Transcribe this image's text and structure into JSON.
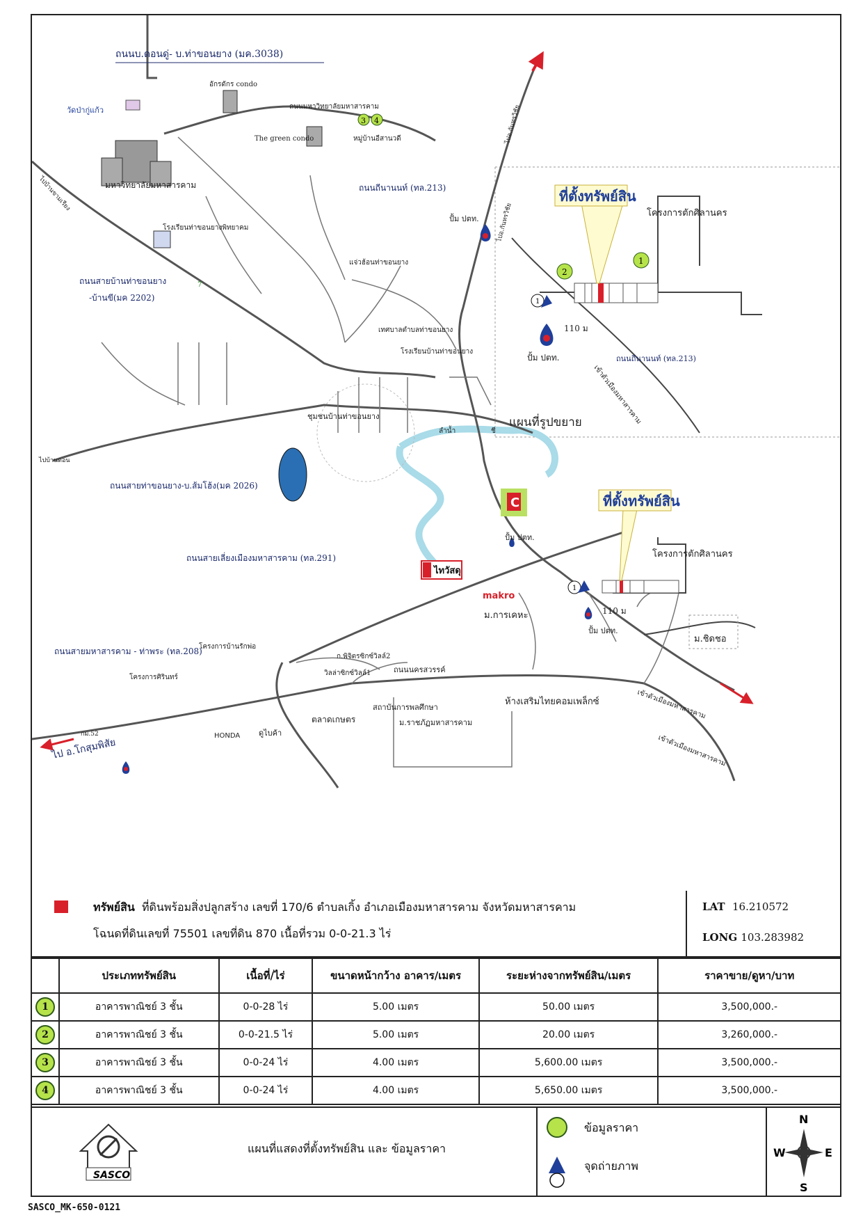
{
  "map": {
    "roads": {
      "r3038": "ถนนบ.ดอนดู่- บ.ท่าขอนยาง (มค.3038)",
      "univ_road": "ถนนมหาวิทยาลัยมหาสารคาม",
      "r213": "ถนนถีนานนท์ (ทล.213)",
      "r2202_line1": "ถนนสายบ้านท่าขอนยาง",
      "r2202_line2": "-บ้านขี(มค 2202)",
      "r2026": "ถนนสายท่าขอนยาง-บ.ส้มโฮ้ง(มค 2026)",
      "r291": "ถนนสายเลี่ยงเมืองมหาสารคาม (ทล.291)",
      "r208": "ถนนสายมหาสารคาม - ท่าพระ (ทล.208)",
      "nakhon_sawan": "ถนนนครสวรรค์",
      "to_kosum": "ไป อ.โกสุมพิสัย",
      "to_city1": "เข้าตัวเมืองมหาสารคาม",
      "to_city2": "เข้าตัวเมืองมหาสารคาม",
      "to_bankhambriang": "ไปบ้านขามเรียง",
      "to_kantharawichai": "ไปอ.กันทรวิชัย",
      "to_nongbua": "ไปบ้านดอน",
      "km52": "กม.52",
      "to_kantharawichai_inset": "ไปอ.กันทรวิชัย",
      "to_city_inset": "เข้าตัวเมืองมหาสารคาม"
    },
    "landmarks": {
      "wat": "วัดป่ากู่แก้ว",
      "condo1": "อักรดักร condo",
      "green_condo": "The green condo",
      "village_uttaradit": "หมู่บ้านอีสานวดี",
      "university": "มหาวิทยาลัยมหาสารคาม",
      "school1": "โรงเรียนท่าขอนยางพิทยาคม",
      "ptt1": "ปั้ม ปตท.",
      "clinic": "แจ่วฮ้อนท่าขอนยาง",
      "municipality": "เทศบาลตำบลท่าขอนยาง",
      "school2": "โรงเรียนบ้านท่าขอนยาง",
      "seven": "7",
      "community": "ชุมชนบ้านท่าขอนยาง",
      "river_left": "ลำน้ำ",
      "river_right": "ชี",
      "bigc": "C",
      "ptt2": "ปั้ม ปตท.",
      "thaiwatsadu": "ไทวัสดุ",
      "makro": "makro",
      "ptt3": "ปั้ม ปตท.",
      "kankheha": "ม.การเคหะ",
      "chidchol": "ม.ชิดชอ",
      "project_banrak": "โครงการบ้านรักพ่อ",
      "kpn2": "ก.พิจิตรซิกซ์วิลล์2",
      "kpn1": "วิลล่าซิกซ์วิลล์1",
      "project_sirin": "โครงการศิรินทร์",
      "agri_institute": "สถาบันการพลศึกษา",
      "market": "ตลาดเกษตร",
      "honda": "HONDA",
      "toyota": "ดูไบค้า",
      "rajabhat": "ม.ราชภัฏมหาสารคาม",
      "mall": "ห้างเสริมไทยคอมเพล็กซ์",
      "ptt_west": ""
    },
    "inset": {
      "title_top": "ที่ตั้งทรัพย์สิน",
      "project_top": "โครงการตักศิลานคร",
      "ptt_inset": "ปั้ม ปตท.",
      "road_inset": "ถนนถีนานนท์ (ทล.213)",
      "dist_top": "110 ม",
      "enlarge": "แผนที่รูปขยาย",
      "title_bottom": "ที่ตั้งทรัพย์สิน",
      "project_bottom": "โครงการตักศิลานคร",
      "dist_bottom": "110 ม",
      "marker1": "1",
      "marker2": "2",
      "photo1": "1",
      "photo2": "1"
    },
    "markers": {
      "m3": "3",
      "m4": "4"
    }
  },
  "info": {
    "asset_label": "ทรัพย์สิน",
    "asset_text": "ที่ดินพร้อมสิ่งปลูกสร้าง เลขที่ 170/6 ตำบลเกิ้ง อำเภอเมืองมหาสารคาม จังหวัดมหาสารคาม",
    "deed_text": "โฉนดที่ดินเลขที่ 75501 เลขที่ดิน 870 เนื้อที่รวม 0-0-21.3 ไร่",
    "lat_label": "LAT",
    "lat_value": "16.210572",
    "long_label": "LONG",
    "long_value": "103.283982"
  },
  "table": {
    "headers": [
      "",
      "ประเภททรัพย์สิน",
      "เนื้อที่/ไร่",
      "ขนาดหน้ากว้าง อาคาร/เมตร",
      "ระยะห่างจากทรัพย์สิน/เมตร",
      "ราคาขาย/ดูหา/บาท"
    ],
    "rows": [
      {
        "no": "1",
        "type": "อาคารพาณิชย์ 3 ชั้น",
        "area": "0-0-28 ไร่",
        "width": "5.00 เมตร",
        "distance": "50.00 เมตร",
        "price": "3,500,000.-"
      },
      {
        "no": "2",
        "type": "อาคารพาณิชย์ 3 ชั้น",
        "area": "0-0-21.5 ไร่",
        "width": "5.00 เมตร",
        "distance": "20.00 เมตร",
        "price": "3,260,000.-"
      },
      {
        "no": "3",
        "type": "อาคารพาณิชย์ 3 ชั้น",
        "area": "0-0-24 ไร่",
        "width": "4.00 เมตร",
        "distance": "5,600.00 เมตร",
        "price": "3,500,000.-"
      },
      {
        "no": "4",
        "type": "อาคารพาณิชย์ 3 ชั้น",
        "area": "0-0-24 ไร่",
        "width": "4.00 เมตร",
        "distance": "5,650.00 เมตร",
        "price": "3,500,000.-"
      }
    ]
  },
  "footer": {
    "logo": "SASCO",
    "title": "แผนที่แสดงที่ตั้งทรัพย์สิน และ ข้อมูลราคา",
    "legend_price": "ข้อมูลราคา",
    "legend_photo": "จุดถ่ายภาพ",
    "compass": {
      "n": "N",
      "s": "S",
      "e": "E",
      "w": "W"
    }
  },
  "doc_id": "SASCO_MK-650-0121",
  "colors": {
    "road": "#555555",
    "river": "#a9dbe8",
    "lake": "#2a6fb3",
    "label_blue": "#1f3f9a",
    "property_red": "#d8202a",
    "marker_green": "#b6e34a"
  }
}
